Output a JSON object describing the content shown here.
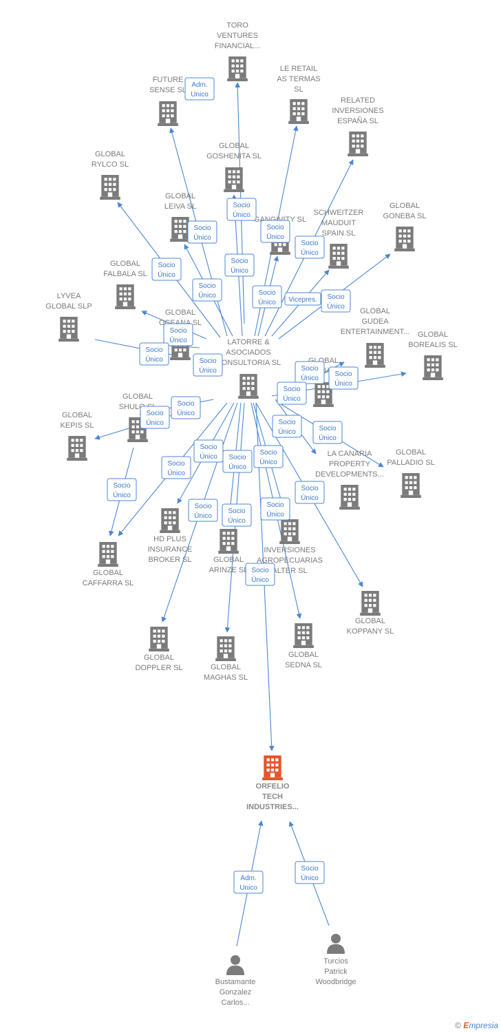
{
  "colors": {
    "edge": "#4a86d4",
    "company_icon": "#7b7b7b",
    "focus_icon": "#e4552b",
    "person_icon": "#7b7b7b"
  },
  "nodes": [
    {
      "id": "toro",
      "type": "company",
      "lines": [
        "TORO",
        "VENTURES",
        "FINANCIAL..."
      ]
    },
    {
      "id": "future",
      "type": "company",
      "lines": [
        "FUTURE",
        "SENSE  SL"
      ]
    },
    {
      "id": "leretail",
      "type": "company",
      "lines": [
        "LE RETAIL",
        "AS TERMAS",
        "SL"
      ]
    },
    {
      "id": "related",
      "type": "company",
      "lines": [
        "RELATED",
        "INVERSIONES",
        "ESPAÑA  SL"
      ]
    },
    {
      "id": "rylco",
      "type": "company",
      "lines": [
        "GLOBAL",
        "RYLCO  SL"
      ]
    },
    {
      "id": "goshenita",
      "type": "company",
      "lines": [
        "GLOBAL",
        "GOSHENITA SL"
      ]
    },
    {
      "id": "leiva",
      "type": "company",
      "lines": [
        "GLOBAL",
        "LEIVA  SL"
      ]
    },
    {
      "id": "gangivity",
      "type": "company",
      "lines": [
        "GANGIVITY  SL"
      ]
    },
    {
      "id": "schweitzer",
      "type": "company",
      "lines": [
        "SCHWEITZER",
        "MAUDUIT",
        "SPAIN SL"
      ]
    },
    {
      "id": "goneba",
      "type": "company",
      "lines": [
        "GLOBAL",
        "GONEBA  SL"
      ]
    },
    {
      "id": "falbala",
      "type": "company",
      "lines": [
        "GLOBAL",
        "FALBALA  SL"
      ]
    },
    {
      "id": "lyvea",
      "type": "company",
      "lines": [
        "LYVEA",
        "GLOBAL  SLP"
      ]
    },
    {
      "id": "oceana",
      "type": "company",
      "lines": [
        "GLOBAL",
        "OCEANA  SL"
      ]
    },
    {
      "id": "gudea",
      "type": "company",
      "lines": [
        "GLOBAL",
        "GUDEA",
        "ENTERTAINMENT..."
      ]
    },
    {
      "id": "borealis",
      "type": "company",
      "lines": [
        "GLOBAL",
        "BOREALIS  SL"
      ]
    },
    {
      "id": "latorre",
      "type": "company",
      "lines": [
        "LATORRE &",
        "ASOCIADOS",
        "CONSULTORIA SL"
      ]
    },
    {
      "id": "gmisc",
      "type": "company",
      "lines": [
        "GLOBAL",
        "ANA"
      ]
    },
    {
      "id": "shulo",
      "type": "company",
      "lines": [
        "GLOBAL",
        "SHULO SL"
      ]
    },
    {
      "id": "kepis",
      "type": "company",
      "lines": [
        "GLOBAL",
        "KEPIS  SL"
      ]
    },
    {
      "id": "lacanaria",
      "type": "company",
      "lines": [
        "LA CANARIA",
        "PROPERTY",
        "DEVELOPMENTS..."
      ]
    },
    {
      "id": "palladio",
      "type": "company",
      "lines": [
        "GLOBAL",
        "PALLADIO  SL"
      ]
    },
    {
      "id": "hdplus",
      "type": "company",
      "lines": [
        "HD PLUS",
        "INSURANCE",
        "BROKER  SL"
      ]
    },
    {
      "id": "arinze",
      "type": "company",
      "lines": [
        "GLOBAL",
        "ARINZE  SL"
      ]
    },
    {
      "id": "inversiones",
      "type": "company",
      "lines": [
        "INVERSIONES",
        "AGROPECUARIAS",
        "ALTER  SL"
      ]
    },
    {
      "id": "caffarra",
      "type": "company",
      "lines": [
        "GLOBAL",
        "CAFFARRA  SL"
      ]
    },
    {
      "id": "koppany",
      "type": "company",
      "lines": [
        "GLOBAL",
        "KOPPANY  SL"
      ]
    },
    {
      "id": "doppler",
      "type": "company",
      "lines": [
        "GLOBAL",
        "DOPPLER  SL"
      ]
    },
    {
      "id": "maghas",
      "type": "company",
      "lines": [
        "GLOBAL",
        "MAGHAS  SL"
      ]
    },
    {
      "id": "sedna",
      "type": "company",
      "lines": [
        "GLOBAL",
        "SEDNA  SL"
      ]
    },
    {
      "id": "orfelio",
      "type": "focus",
      "lines": [
        "ORFELIO",
        "TECH",
        "INDUSTRIES..."
      ]
    },
    {
      "id": "bustamante",
      "type": "person",
      "lines": [
        "Bustamante",
        "Gonzalez",
        "Carlos..."
      ]
    },
    {
      "id": "turcios",
      "type": "person",
      "lines": [
        "Turcios",
        "Patrick",
        "Woodbridge"
      ]
    }
  ],
  "badges": [
    {
      "lines": [
        "Adm.",
        "Unico"
      ]
    },
    {
      "lines": [
        "Socio",
        "Único"
      ]
    },
    {
      "lines": [
        "Socio",
        "Único"
      ]
    },
    {
      "lines": [
        "Socio",
        "Único"
      ]
    },
    {
      "lines": [
        "Socio",
        "Único"
      ]
    },
    {
      "lines": [
        "Socio",
        "Único"
      ]
    },
    {
      "lines": [
        "Socio",
        "Único"
      ]
    },
    {
      "lines": [
        "Socio",
        "Único"
      ]
    },
    {
      "lines": [
        "Socio",
        "Único"
      ]
    },
    {
      "lines": [
        "Vicepres."
      ]
    },
    {
      "lines": [
        "Socio",
        "Único"
      ]
    },
    {
      "lines": [
        "Socio",
        "Único"
      ]
    },
    {
      "lines": [
        "Socio",
        "Único"
      ]
    },
    {
      "lines": [
        "Socio",
        "Único"
      ]
    },
    {
      "lines": [
        "Socio",
        "Único"
      ]
    },
    {
      "lines": [
        "Socio",
        "Único"
      ]
    },
    {
      "lines": [
        "Socio",
        "Único"
      ]
    },
    {
      "lines": [
        "Socio",
        "Único"
      ]
    },
    {
      "lines": [
        "Socio",
        "Único"
      ]
    },
    {
      "lines": [
        "Socio",
        "Único"
      ]
    },
    {
      "lines": [
        "Socio",
        "Único"
      ]
    },
    {
      "lines": [
        "Socio",
        "Único"
      ]
    },
    {
      "lines": [
        "Socio",
        "Único"
      ]
    },
    {
      "lines": [
        "Socio",
        "Único"
      ]
    },
    {
      "lines": [
        "Socio",
        "Único"
      ]
    },
    {
      "lines": [
        "Socio",
        "Único"
      ]
    },
    {
      "lines": [
        "Socio",
        "Único"
      ]
    },
    {
      "lines": [
        "Socio",
        "Único"
      ]
    },
    {
      "lines": [
        "Socio",
        "Único"
      ]
    },
    {
      "lines": [
        "Socio",
        "Único"
      ]
    },
    {
      "lines": [
        "Socio",
        "Único"
      ]
    },
    {
      "lines": [
        "Adm.",
        "Unico"
      ]
    },
    {
      "lines": [
        "Socio",
        "Único"
      ]
    }
  ],
  "credit": {
    "symbol": "©",
    "brand_first": "E",
    "brand_rest": "mpresia"
  }
}
